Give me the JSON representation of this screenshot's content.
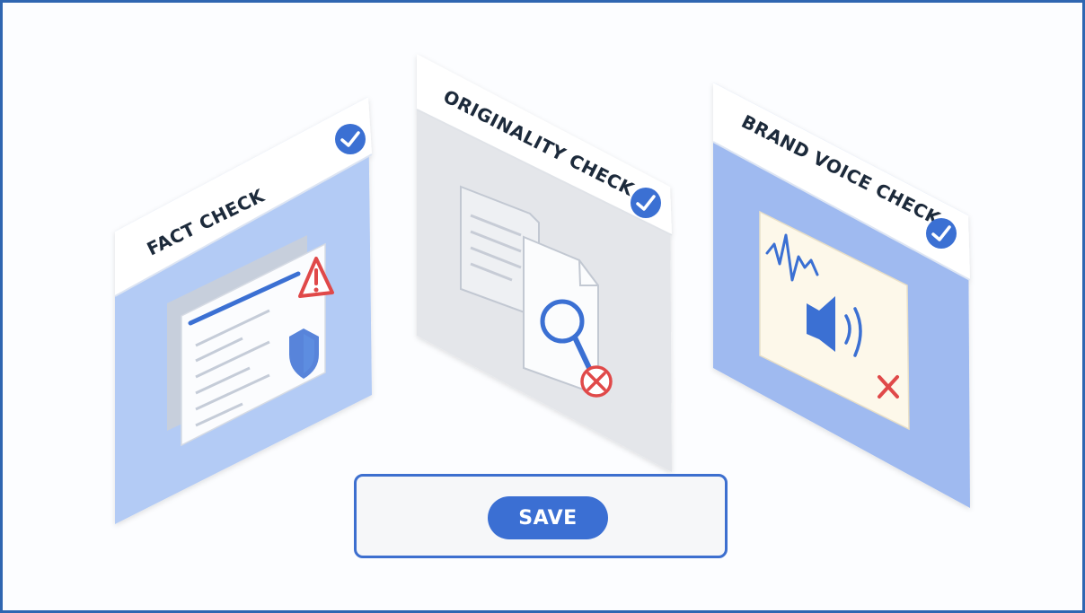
{
  "cards": [
    {
      "title": "FACT CHECK",
      "status_icon": "check-circle-icon",
      "status": "checked",
      "alert_icon": "warning-triangle-icon"
    },
    {
      "title": "ORIGINALITY CHECK",
      "status_icon": "check-circle-icon",
      "status": "checked",
      "alert_icon": "x-circle-icon"
    },
    {
      "title": "BRAND VOICE CHECK",
      "status_icon": "check-circle-icon",
      "status": "checked",
      "alert_icon": "x-mark-icon"
    }
  ],
  "save_button_label": "SAVE",
  "colors": {
    "accent": "#3b6fd3",
    "frame_border": "#2f66b1",
    "card_blue": "#a8c2f3",
    "card_gray": "#e4e6ea",
    "alert_red": "#e04a4a",
    "brand_voice_bg": "#fdf8ea"
  }
}
